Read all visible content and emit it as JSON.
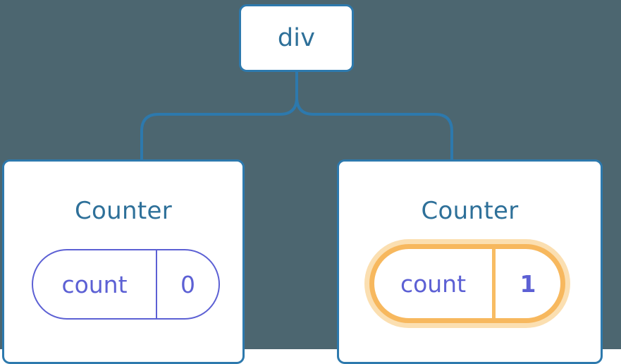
{
  "diagram": {
    "type": "component-tree",
    "title": "React component tree with state update highlight",
    "background_color": "#4c6670",
    "node_border_color": "#2d79ad",
    "node_text_color": "#2e7099",
    "state_color": "#5c60d4",
    "highlight_color": "#f7b85e",
    "highlight_glow_color": "#fbdfb1",
    "connector_color": "#2d79ad",
    "root": {
      "label": "div"
    },
    "children": [
      {
        "title": "Counter",
        "state": {
          "key": "count",
          "value": "0",
          "highlighted": false
        },
        "sparkles": []
      },
      {
        "title": "Counter",
        "state": {
          "key": "count",
          "value": "1",
          "highlighted": true
        },
        "sparkles": [
          "sparkle-large",
          "sparkle-small"
        ]
      }
    ]
  }
}
